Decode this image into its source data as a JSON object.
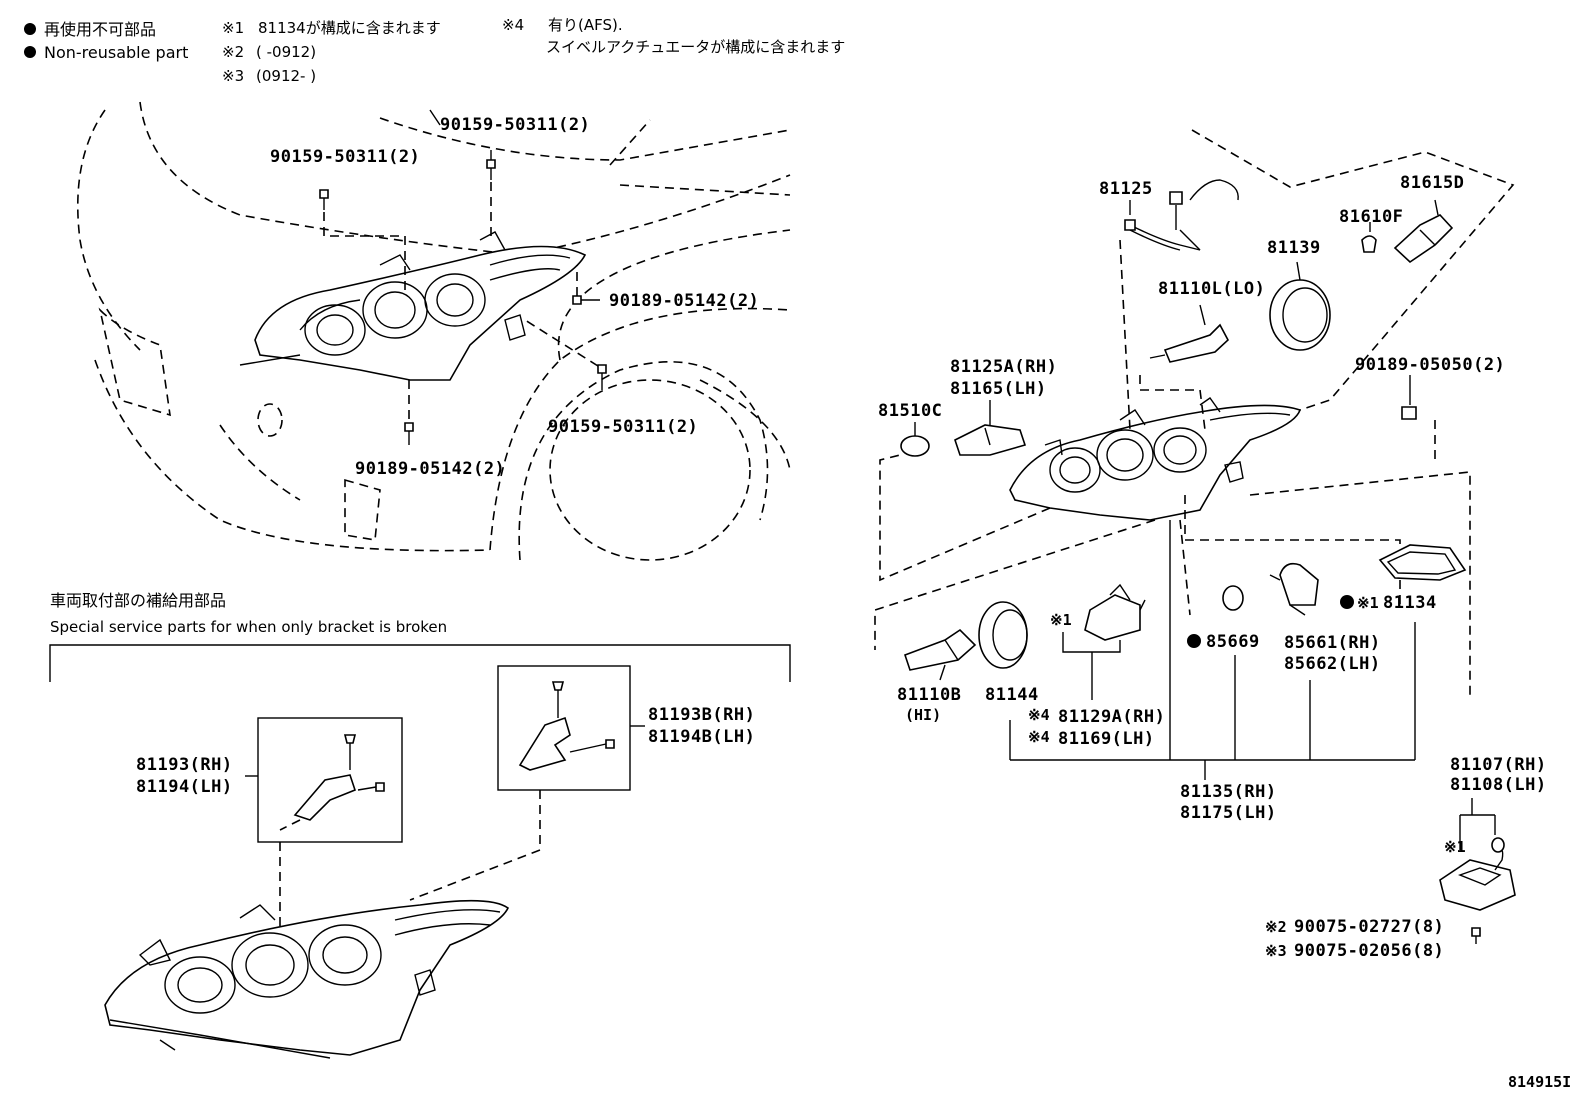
{
  "legend": {
    "jp_nonreusable": "再使用不可部品",
    "en_nonreusable": "Non-reusable part",
    "note1_mark": "※1",
    "note1_text": "81134が構成に含まれます",
    "note2_mark": "※2",
    "note2_text": "(      -0912)",
    "note3_mark": "※3",
    "note3_text": "(0912-      )",
    "note4_mark": "※4",
    "note4_line1": "有り(AFS).",
    "note4_line2": "スイベルアクチュエータが構成に含まれます"
  },
  "bracket_section": {
    "title_jp": "車両取付部の補給用部品",
    "title_en": "Special service parts for when only bracket is broken"
  },
  "labels": {
    "p1": "90159-50311(2)",
    "p2": "90159-50311(2)",
    "p3": "90189-05142(2)",
    "p4": "90159-50311(2)",
    "p5": "90189-05142(2)",
    "p6": "81125",
    "p7": "81615D",
    "p8": "81610F",
    "p9": "81139",
    "p10": "81110L(LO)",
    "p11": "81125A(RH)",
    "p12": "81165(LH)",
    "p13": "81510C",
    "p14": "90189-05050(2)",
    "p15": "81134",
    "p15_mark": "※1",
    "p16": "85669",
    "p17": "85661(RH)",
    "p18": "85662(LH)",
    "p19_mark": "※1",
    "p20": "81110B",
    "p20b": "(HI)",
    "p21": "81144",
    "p22": "81129A(RH)",
    "p22_mark": "※4",
    "p23": "81169(LH)",
    "p23_mark": "※4",
    "p24": "81135(RH)",
    "p25": "81175(LH)",
    "p26": "81107(RH)",
    "p27": "81108(LH)",
    "p28_mark": "※1",
    "p29": "90075-02727(8)",
    "p29_mark": "※2",
    "p30": "90075-02056(8)",
    "p30_mark": "※3",
    "p31": "81193(RH)",
    "p32": "81194(LH)",
    "p33": "81193B(RH)",
    "p34": "81194B(LH)"
  },
  "figure_id": "814915I"
}
